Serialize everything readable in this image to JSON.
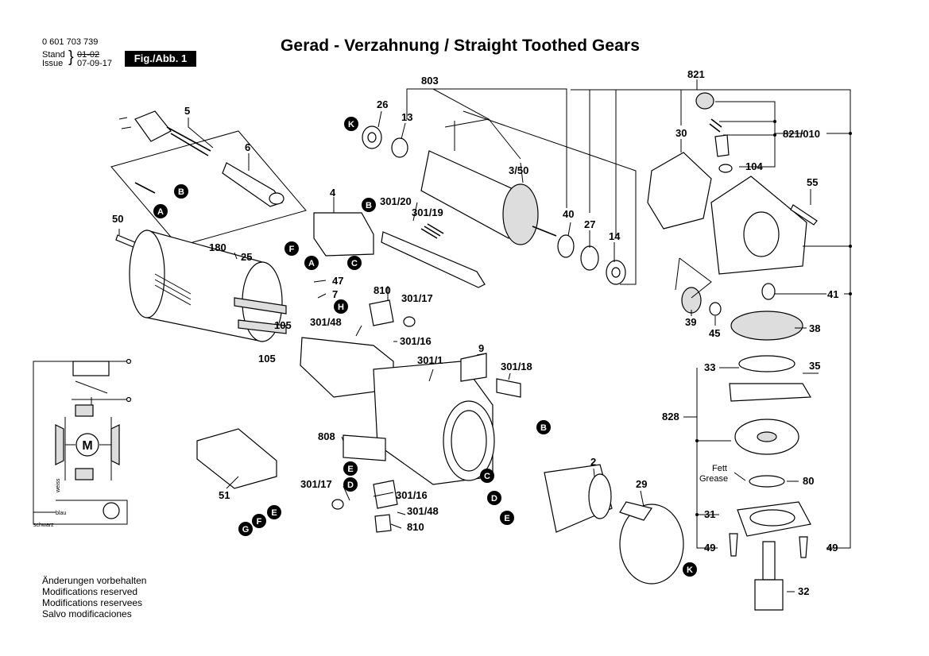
{
  "header": {
    "part_number": "0 601 703 739",
    "stand_label": "Stand",
    "issue_label": "Issue",
    "old_date": "01-02",
    "date": "07-09-17",
    "fig_label": "Fig./Abb. 1"
  },
  "title": "Gerad - Verzahnung / Straight Toothed Gears",
  "notes": [
    "Änderungen vorbehalten",
    "Modifications reserved",
    "Modifications reservees",
    "Salvo modificaciones"
  ],
  "wiring": {
    "weiss": "weiss",
    "blau": "blau",
    "schwarz": "schwarz",
    "motor": "M"
  },
  "grease_note": {
    "line1": "Fett",
    "line2": "Grease"
  },
  "part_labels": [
    "5",
    "6",
    "50",
    "180",
    "25",
    "105",
    "105",
    "4",
    "47",
    "7",
    "301/20",
    "301/19",
    "810",
    "301/17",
    "301/48",
    "301/16",
    "301/1",
    "9",
    "301/18",
    "808",
    "51",
    "301/17",
    "301/16",
    "301/48",
    "810",
    "26",
    "13",
    "803",
    "3/50",
    "40",
    "27",
    "14",
    "2",
    "29",
    "821",
    "30",
    "821/010",
    "104",
    "55",
    "41",
    "39",
    "45",
    "38",
    "33",
    "35",
    "828",
    "80",
    "31",
    "49",
    "49",
    "32"
  ],
  "connectors": [
    "A",
    "B",
    "C",
    "D",
    "E",
    "F",
    "G",
    "H",
    "K"
  ]
}
